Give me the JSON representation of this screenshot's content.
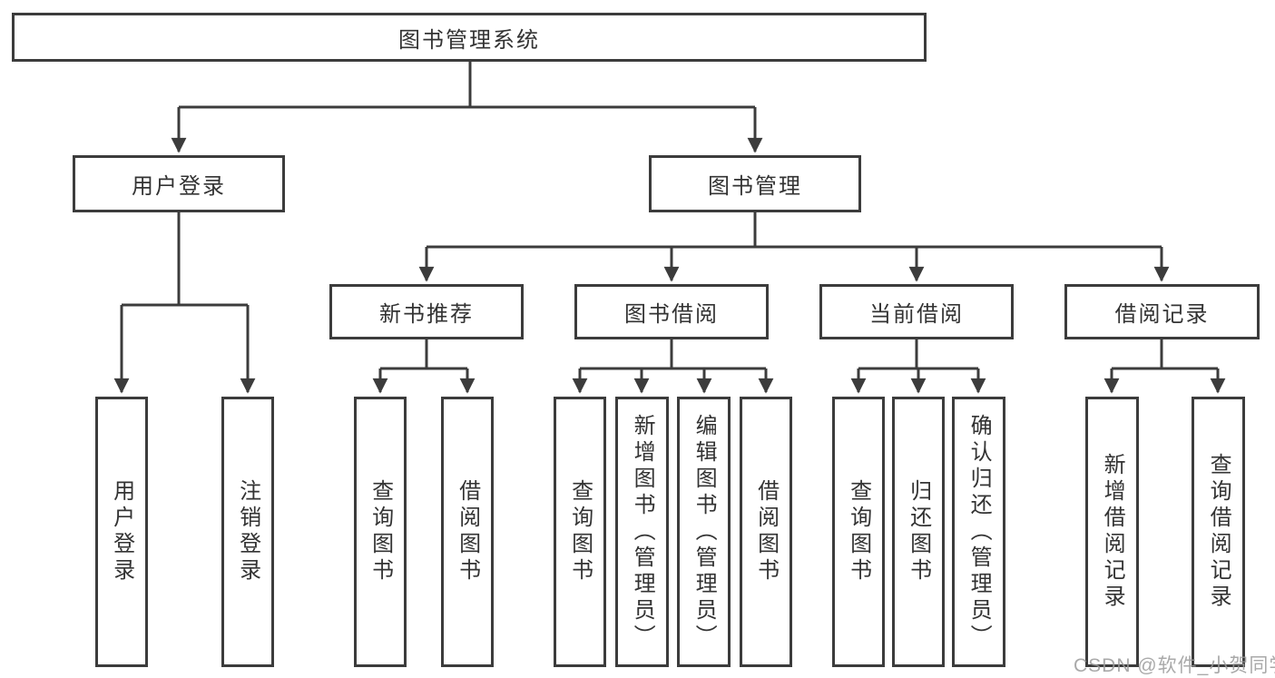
{
  "diagram": {
    "tree": {
      "label": "图书管理系统",
      "children": [
        {
          "label": "用户登录",
          "children": [
            {
              "label": "用户登录"
            },
            {
              "label": "注销登录"
            }
          ]
        },
        {
          "label": "图书管理",
          "children": [
            {
              "label": "新书推荐",
              "children": [
                {
                  "label": "查询图书"
                },
                {
                  "label": "借阅图书"
                }
              ]
            },
            {
              "label": "图书借阅",
              "children": [
                {
                  "label": "查询图书"
                },
                {
                  "label": "新增图书（管理员）"
                },
                {
                  "label": "编辑图书（管理员）"
                },
                {
                  "label": "借阅图书"
                }
              ]
            },
            {
              "label": "当前借阅",
              "children": [
                {
                  "label": "查询图书"
                },
                {
                  "label": "归还图书"
                },
                {
                  "label": "确认归还（管理员）"
                }
              ]
            },
            {
              "label": "借阅记录",
              "children": [
                {
                  "label": "新增借阅记录"
                },
                {
                  "label": "查询借阅记录"
                }
              ]
            }
          ]
        }
      ]
    },
    "colors": {
      "line": "#3c3c3c",
      "text": "#333333",
      "background": "#ffffff",
      "watermark": "#9b9b9b"
    }
  },
  "watermark": {
    "text": "CSDN @软件_小贺同学"
  }
}
